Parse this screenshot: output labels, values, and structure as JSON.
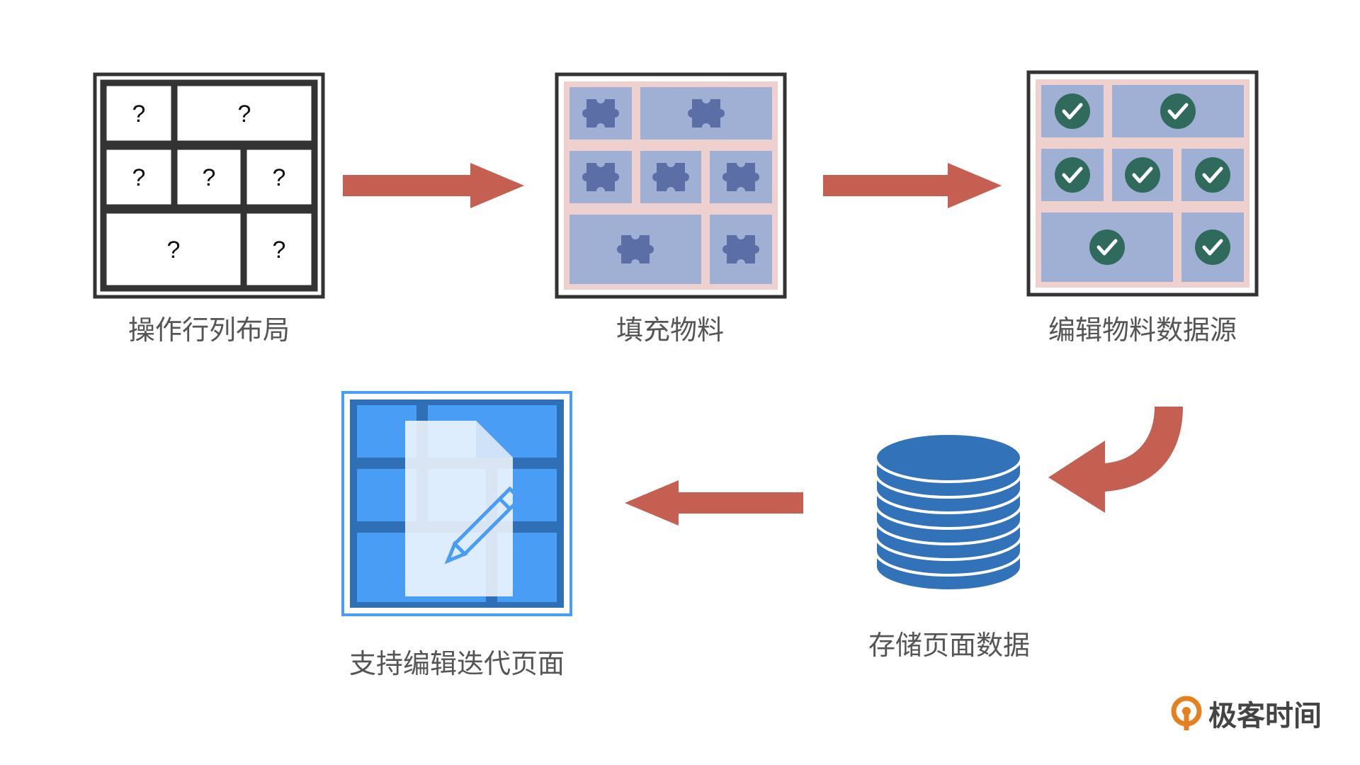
{
  "steps": [
    {
      "label": "操作行列布局",
      "icon": "grid-layout-question-icon"
    },
    {
      "label": "填充物料",
      "icon": "puzzle-grid-icon"
    },
    {
      "label": "编辑物料数据源",
      "icon": "check-grid-icon"
    },
    {
      "label": "存储页面数据",
      "icon": "database-icon"
    },
    {
      "label": "支持编辑迭代页面",
      "icon": "edit-document-grid-icon"
    }
  ],
  "placeholder_glyph": "?",
  "brand": {
    "name": "极客时间"
  },
  "colors": {
    "arrow": "#c55f52",
    "frame": "#333333",
    "pink": "#eed0cf",
    "lavender": "#a0b0d5",
    "puzzle": "#5b6fa6",
    "check": "#2f6a5d",
    "db": "#3172b8",
    "grid_blue": "#4a9df5",
    "grid_dark": "#2f6fb5"
  }
}
